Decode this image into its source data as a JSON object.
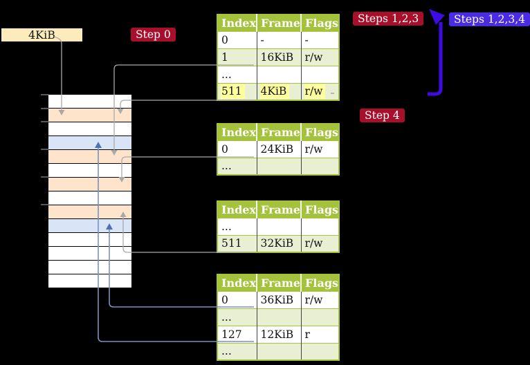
{
  "palette": {
    "background": "#000000",
    "table_green": "#a4c23c",
    "table_row_tint": "#e9efd3",
    "highlight_yellow": "#ffff9e",
    "label_wheat": "#fcecbb",
    "badge_crimson": "#a80f2b",
    "badge_blue": "#4b2ce2",
    "arrow_blue": "#3c0ce0",
    "mem_orange": "#fde4cb",
    "mem_blue": "#d9e5f6",
    "mem_white": "#ffffff",
    "connector_gray": "#a9a9a9",
    "connector_blue": "#7593c3",
    "connector_blue_head": "#4e73ac",
    "tick_gray": "#595959",
    "text_dark": "#111111",
    "text_light": "#ffffff"
  },
  "frame_size_label": "4KiB",
  "badges": {
    "step0": "Step 0",
    "steps123": "Steps 1,2,3",
    "steps1234": "Steps 1,2,3,4",
    "step4": "Step 4"
  },
  "memory": {
    "rows": [
      "white",
      "orange",
      "white",
      "blue",
      "orange",
      "white",
      "orange",
      "white",
      "orange",
      "blue",
      "white",
      "white",
      "white",
      "white"
    ]
  },
  "tables": [
    {
      "name": "page-table-top",
      "headers": [
        "Index",
        "Frame",
        "Flags"
      ],
      "rows": [
        {
          "index": "0",
          "frame": "-",
          "flags": "-"
        },
        {
          "index": "1",
          "frame": "16KiB",
          "flags": "r/w"
        },
        {
          "index": "...",
          "frame": "",
          "flags": ""
        },
        {
          "index": "511",
          "frame": "4KiB",
          "flags": "r/w"
        }
      ]
    },
    {
      "name": "page-table-second",
      "headers": [
        "Index",
        "Frame",
        "Flags"
      ],
      "rows": [
        {
          "index": "0",
          "frame": "24KiB",
          "flags": "r/w"
        },
        {
          "index": "...",
          "frame": "",
          "flags": ""
        }
      ]
    },
    {
      "name": "page-table-third",
      "headers": [
        "Index",
        "Frame",
        "Flags"
      ],
      "rows": [
        {
          "index": "...",
          "frame": "",
          "flags": ""
        },
        {
          "index": "511",
          "frame": "32KiB",
          "flags": "r/w"
        }
      ]
    },
    {
      "name": "page-table-fourth",
      "headers": [
        "Index",
        "Frame",
        "Flags"
      ],
      "rows": [
        {
          "index": "0",
          "frame": "36KiB",
          "flags": "r/w"
        },
        {
          "index": "...",
          "frame": "",
          "flags": ""
        },
        {
          "index": "127",
          "frame": "12KiB",
          "flags": "r"
        },
        {
          "index": "...",
          "frame": "",
          "flags": ""
        }
      ]
    }
  ]
}
